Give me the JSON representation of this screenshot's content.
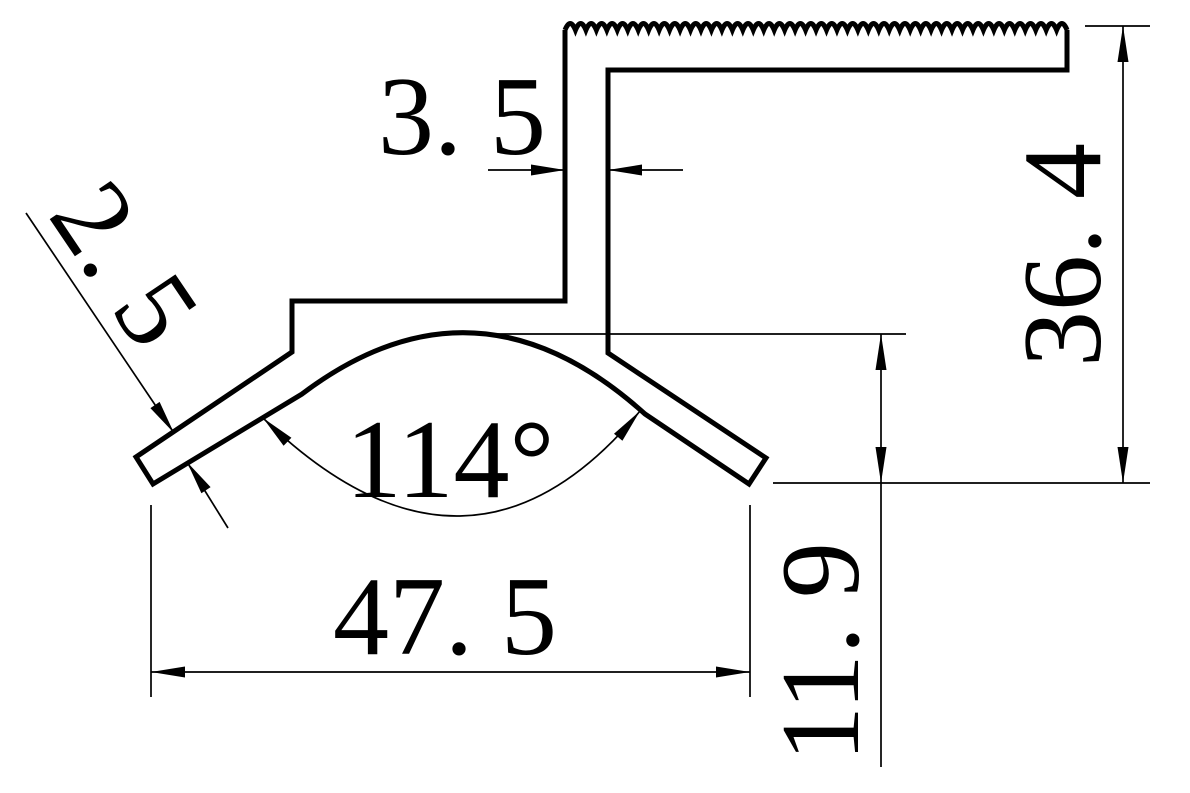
{
  "page": {
    "background_color": "#ffffff",
    "line_color": "#000000"
  },
  "drawing": {
    "kind": "technical-dimension-drawing",
    "subject": "extrusion profile cross-section with serrated clamp bar, stem, arched web and two angled spring arms",
    "labels": {
      "stem_thickness": "3. 5",
      "arm_thickness": "2. 5",
      "overall_height": "36. 4",
      "bend_angle": "114°",
      "overall_width": "47. 5",
      "arm_drop": "11. 9"
    },
    "values": {
      "stem_thickness_mm": 3.5,
      "arm_thickness_mm": 2.5,
      "overall_height_mm": 36.4,
      "bend_angle_deg": 114,
      "overall_width_mm": 47.5,
      "arm_drop_mm": 11.9
    }
  }
}
